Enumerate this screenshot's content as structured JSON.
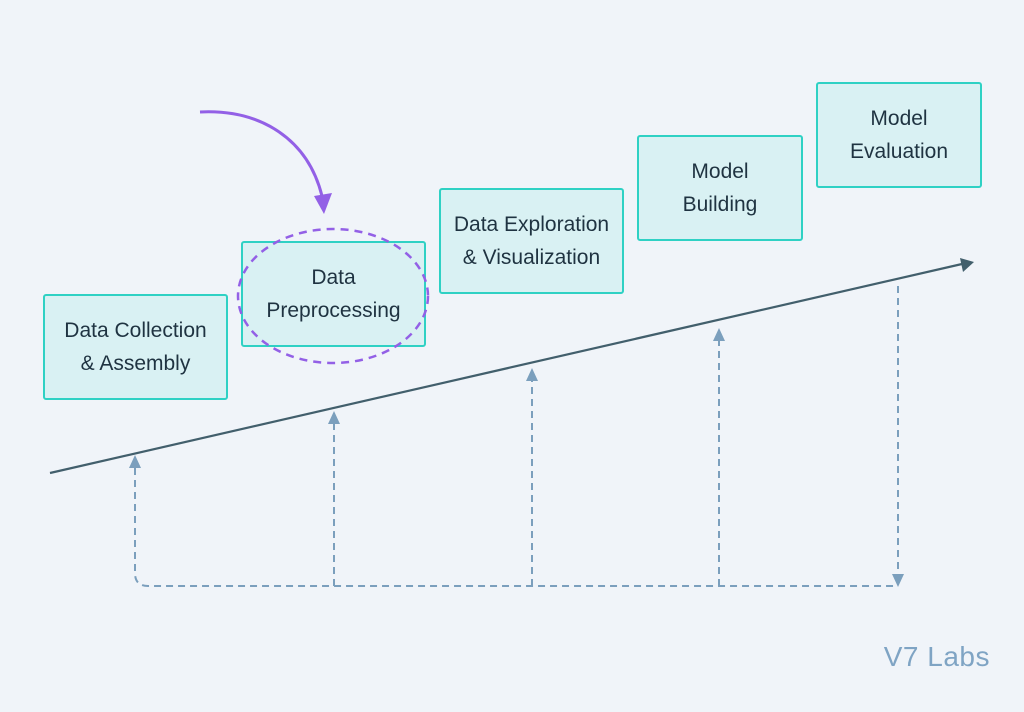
{
  "stages": [
    {
      "label": "Data Collection\n& Assembly"
    },
    {
      "label": "Data\nPreprocessing"
    },
    {
      "label": "Data Exploration\n& Visualization"
    },
    {
      "label": "Model\nBuilding"
    },
    {
      "label": "Model\nEvaluation"
    }
  ],
  "highlighted_stage": "Data Preprocessing",
  "watermark": "V7 Labs",
  "colors": {
    "background": "#f0f4f9",
    "box_fill": "#d9f1f3",
    "box_border": "#2fd1c4",
    "trend_line": "#425f6c",
    "feedback_dashed": "#7b9fbd",
    "highlight": "#9360e6",
    "watermark": "#7fa4c4"
  }
}
